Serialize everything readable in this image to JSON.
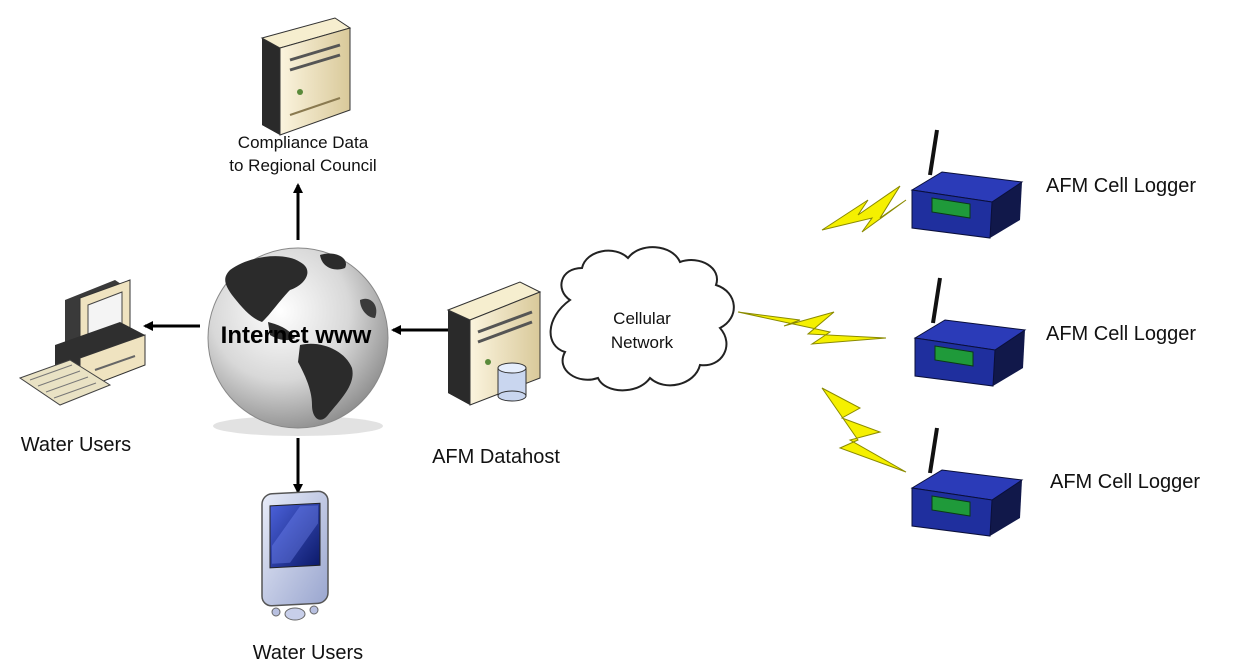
{
  "nodes": {
    "compliance_server": {
      "label_line1": "Compliance Data",
      "label_line2": "to Regional Council",
      "icon": "server-icon"
    },
    "internet": {
      "label": "Internet www",
      "icon": "globe-icon"
    },
    "datahost": {
      "label": "AFM Datahost",
      "icon": "server-database-icon"
    },
    "cellular": {
      "label_line1": "Cellular",
      "label_line2": "Network",
      "icon": "cloud-icon"
    },
    "desktop_users": {
      "label": "Water Users",
      "icon": "desktop-computer-icon"
    },
    "mobile_users": {
      "label": "Water Users",
      "icon": "pda-icon"
    },
    "loggers": [
      {
        "label": "AFM Cell Logger",
        "icon": "cell-logger-icon"
      },
      {
        "label": "AFM Cell Logger",
        "icon": "cell-logger-icon"
      },
      {
        "label": "AFM Cell Logger",
        "icon": "cell-logger-icon"
      }
    ]
  },
  "colors": {
    "server_beige": "#efe3c0",
    "logger_blue": "#1f2f9e",
    "logger_screen": "#1f9a3a",
    "lightning": "#f5f000",
    "globe_dark": "#2b2b2b"
  }
}
